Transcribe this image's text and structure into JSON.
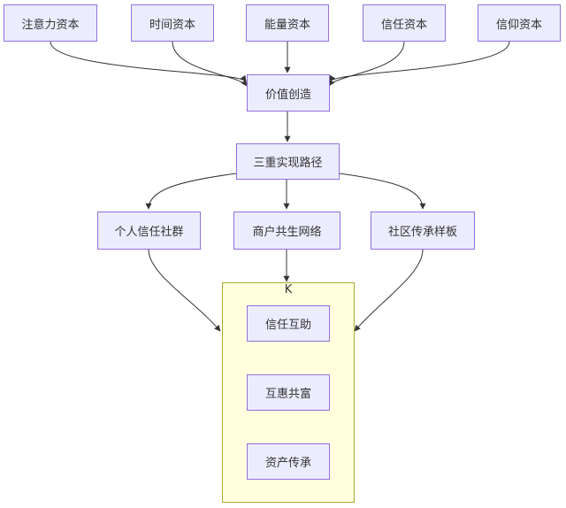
{
  "colors": {
    "node_fill": "#ececff",
    "node_border": "#9370db",
    "subgraph_fill": "#ffffde",
    "subgraph_border": "#aaaa33",
    "edge": "#333333",
    "text": "#333333"
  },
  "nodes": {
    "attention": "注意力资本",
    "time": "时间资本",
    "energy": "能量资本",
    "trust_capital": "信任资本",
    "faith": "信仰资本",
    "value": "价值创造",
    "paths": "三重实现路径",
    "personal": "个人信任社群",
    "merchant": "商户共生网络",
    "community": "社区传承样板",
    "mutual_aid": "信任互助",
    "mutual_benefit": "互惠共富",
    "inheritance": "资产传承"
  },
  "subgraph": {
    "title": "K"
  },
  "edges": [
    {
      "from": "attention",
      "to": "value"
    },
    {
      "from": "time",
      "to": "value"
    },
    {
      "from": "energy",
      "to": "value"
    },
    {
      "from": "trust_capital",
      "to": "value"
    },
    {
      "from": "faith",
      "to": "value"
    },
    {
      "from": "value",
      "to": "paths"
    },
    {
      "from": "paths",
      "to": "personal"
    },
    {
      "from": "paths",
      "to": "merchant"
    },
    {
      "from": "paths",
      "to": "community"
    },
    {
      "from": "personal",
      "to": "subgraph"
    },
    {
      "from": "merchant",
      "to": "subgraph"
    },
    {
      "from": "community",
      "to": "subgraph"
    }
  ]
}
